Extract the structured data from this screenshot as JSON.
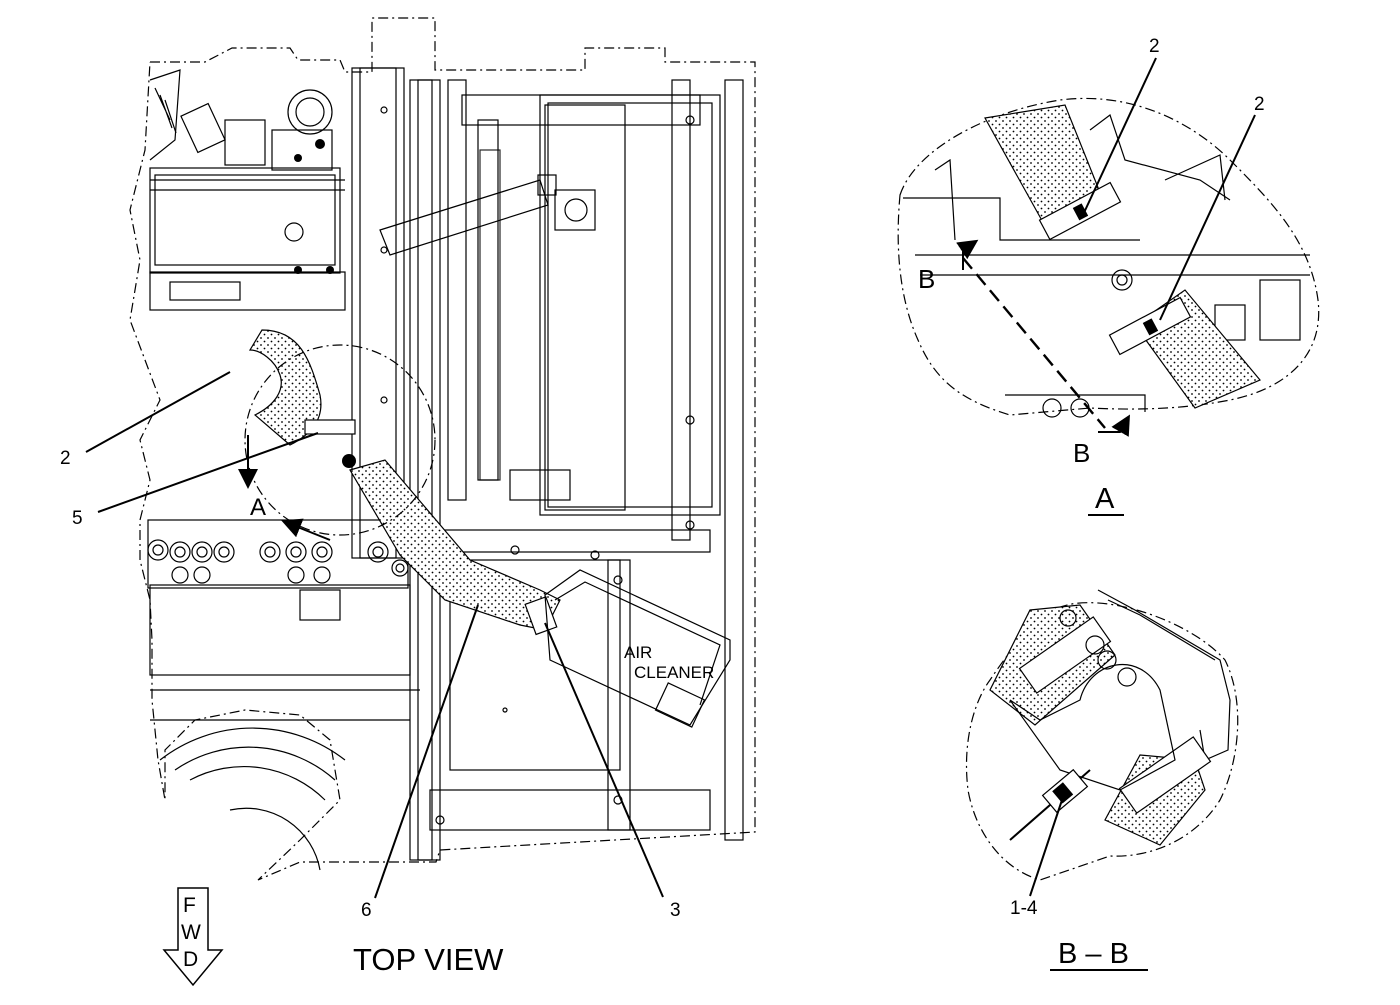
{
  "views": {
    "top_view_title": "TOP  VIEW",
    "detail_a_title": "A",
    "section_bb_title": "B – B"
  },
  "top_view": {
    "callouts": [
      "2",
      "5",
      "6",
      "3"
    ],
    "view_marker": "A",
    "air_cleaner_label_line1": "AIR",
    "air_cleaner_label_line2": "CLEANER",
    "fwd_letters": [
      "F",
      "W",
      "D"
    ]
  },
  "detail_a": {
    "callouts": [
      "2",
      "2"
    ],
    "section_marker_top": "B",
    "section_marker_bottom": "B"
  },
  "section_bb": {
    "callouts": [
      "1-4"
    ]
  }
}
